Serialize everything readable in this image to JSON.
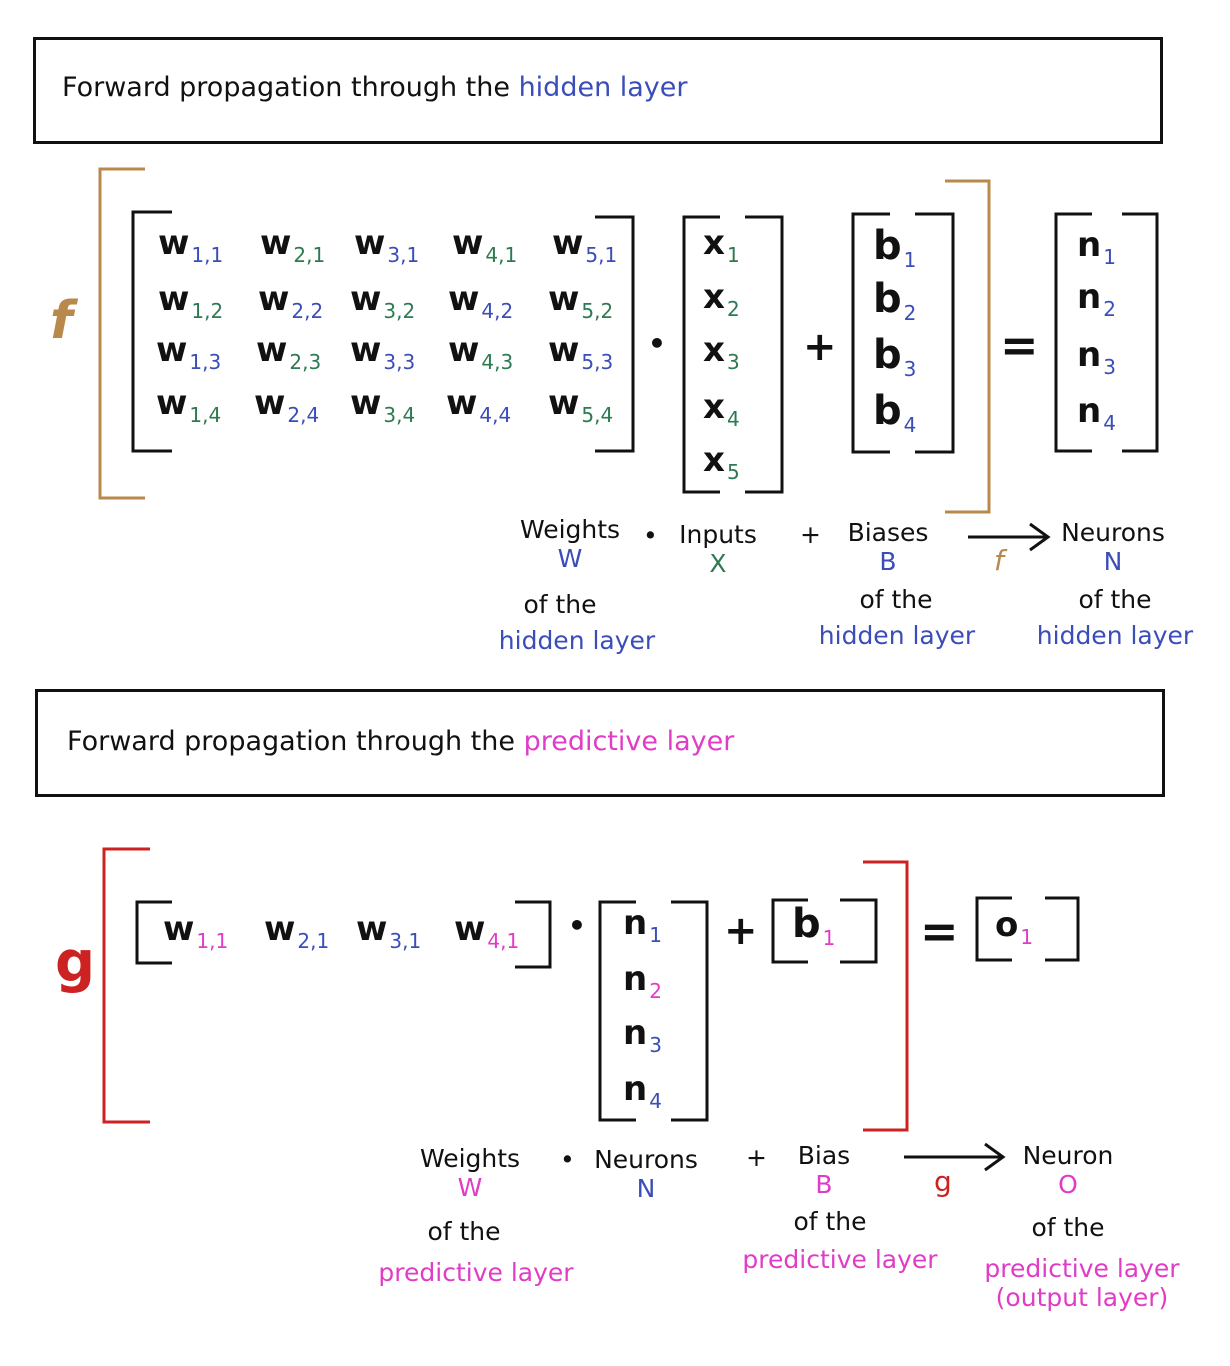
{
  "colors": {
    "hidden": "#3a4db8",
    "input": "#2d7a52",
    "predictive": "#e03cc6",
    "f": "#b8894a",
    "g": "#cc2222",
    "ink": "#111111"
  },
  "section1": {
    "title_prefix": "Forward propagation through the ",
    "title_highlight": "hidden layer",
    "function": "f",
    "weights": [
      [
        "1,1",
        "2,1",
        "3,1",
        "4,1",
        "5,1"
      ],
      [
        "1,2",
        "2,2",
        "3,2",
        "4,2",
        "5,2"
      ],
      [
        "1,3",
        "2,3",
        "3,3",
        "4,3",
        "5,3"
      ],
      [
        "1,4",
        "2,4",
        "3,4",
        "4,4",
        "5,4"
      ]
    ],
    "weight_symbol": "w",
    "inputs": [
      "1",
      "2",
      "3",
      "4",
      "5"
    ],
    "input_symbol": "x",
    "biases": [
      "1",
      "2",
      "3",
      "4"
    ],
    "bias_symbol": "b",
    "neurons": [
      "1",
      "2",
      "3",
      "4"
    ],
    "neuron_symbol": "n",
    "dot": "•",
    "plus": "+",
    "equals": "=",
    "legend": {
      "weights": "Weights",
      "weights_sym": "W",
      "of_the_1": "of the",
      "layer_1": "hidden layer",
      "dot": "•",
      "inputs": "Inputs",
      "inputs_sym": "X",
      "plus": "+",
      "biases": "Biases",
      "biases_sym": "B",
      "of_the_2": "of the",
      "layer_2": "hidden layer",
      "arrow_fn": "f",
      "neurons": "Neurons",
      "neurons_sym": "N",
      "of_the_3": "of the",
      "layer_3": "hidden layer"
    }
  },
  "section2": {
    "title_prefix": "Forward propagation through the ",
    "title_highlight": "predictive layer",
    "function": "g",
    "weights": [
      "1,1",
      "2,1",
      "3,1",
      "4,1"
    ],
    "weight_symbol": "w",
    "neurons": [
      "1",
      "2",
      "3",
      "4"
    ],
    "neuron_symbol": "n",
    "bias": "1",
    "bias_symbol": "b",
    "output": "1",
    "output_symbol": "o",
    "dot": "•",
    "plus": "+",
    "equals": "=",
    "legend": {
      "weights": "Weights",
      "weights_sym": "W",
      "of_the_1": "of the",
      "layer_1": "predictive layer",
      "dot": "•",
      "neurons": "Neurons",
      "neurons_sym": "N",
      "plus": "+",
      "bias": "Bias",
      "bias_sym": "B",
      "of_the_2": "of the",
      "layer_2": "predictive layer",
      "arrow_fn": "g",
      "neuron": "Neuron",
      "neuron_sym": "O",
      "of_the_3": "of the",
      "layer_3": "predictive layer",
      "layer_3b": "(output layer)"
    }
  }
}
